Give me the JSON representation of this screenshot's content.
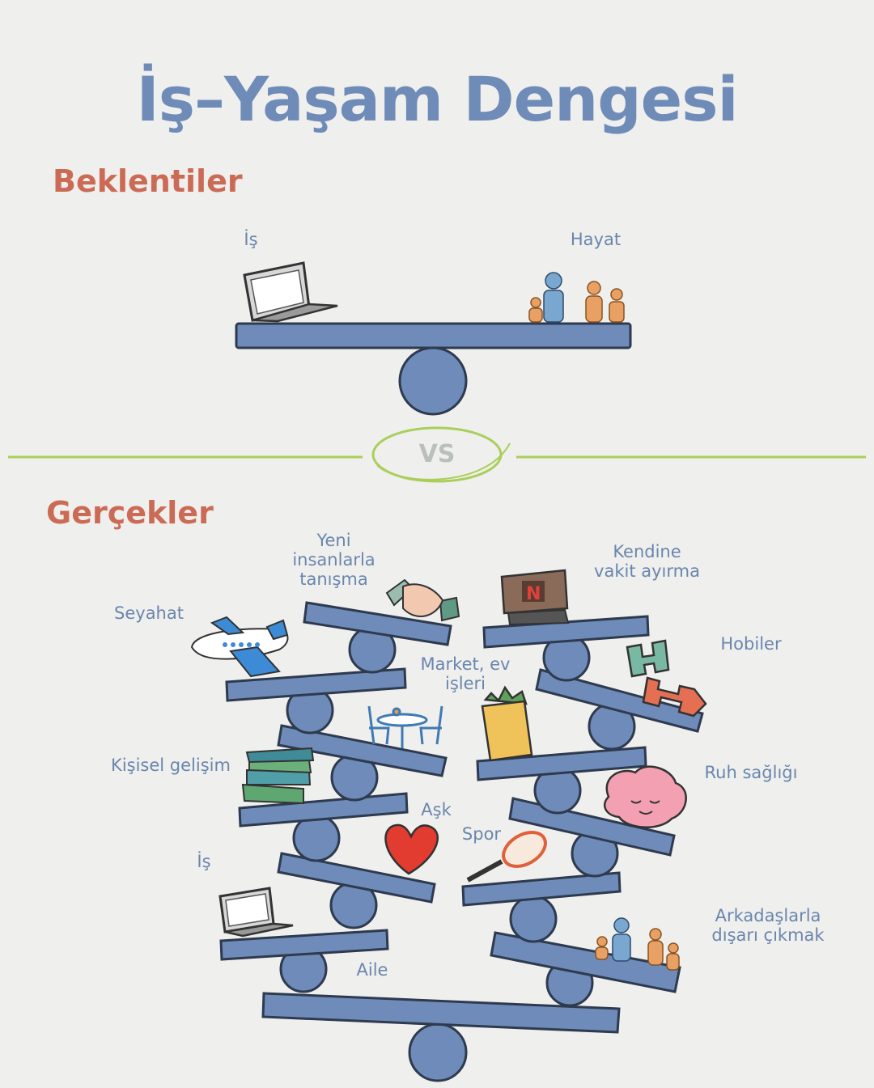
{
  "title": "İş–Yaşam Dengesi",
  "expectations": {
    "heading": "Beklentiler",
    "left_label": "İş",
    "right_label": "Hayat"
  },
  "vs_label": "VS",
  "reality": {
    "heading": "Gerçekler",
    "labels": {
      "meeting_people": "Yeni\ninsanlarla\ntanışma",
      "me_time": "Kendine\nvakit ayırma",
      "travel": "Seyahat",
      "hobbies": "Hobiler",
      "chores": "Market, ev\nişleri",
      "personal_growth": "Kişisel gelişim",
      "mental_health": "Ruh sağlığı",
      "love": "Aşk",
      "sport": "Spor",
      "work": "İş",
      "friends": "Arkadaşlarla\ndışarı çıkmak",
      "family": "Aile"
    }
  },
  "colors": {
    "title": "#6f8bb8",
    "heading": "#cc6b55",
    "label": "#6a86ad",
    "plank": "#6e8bb9",
    "outline": "#2e3a4e",
    "divider": "#a9cf5a"
  }
}
